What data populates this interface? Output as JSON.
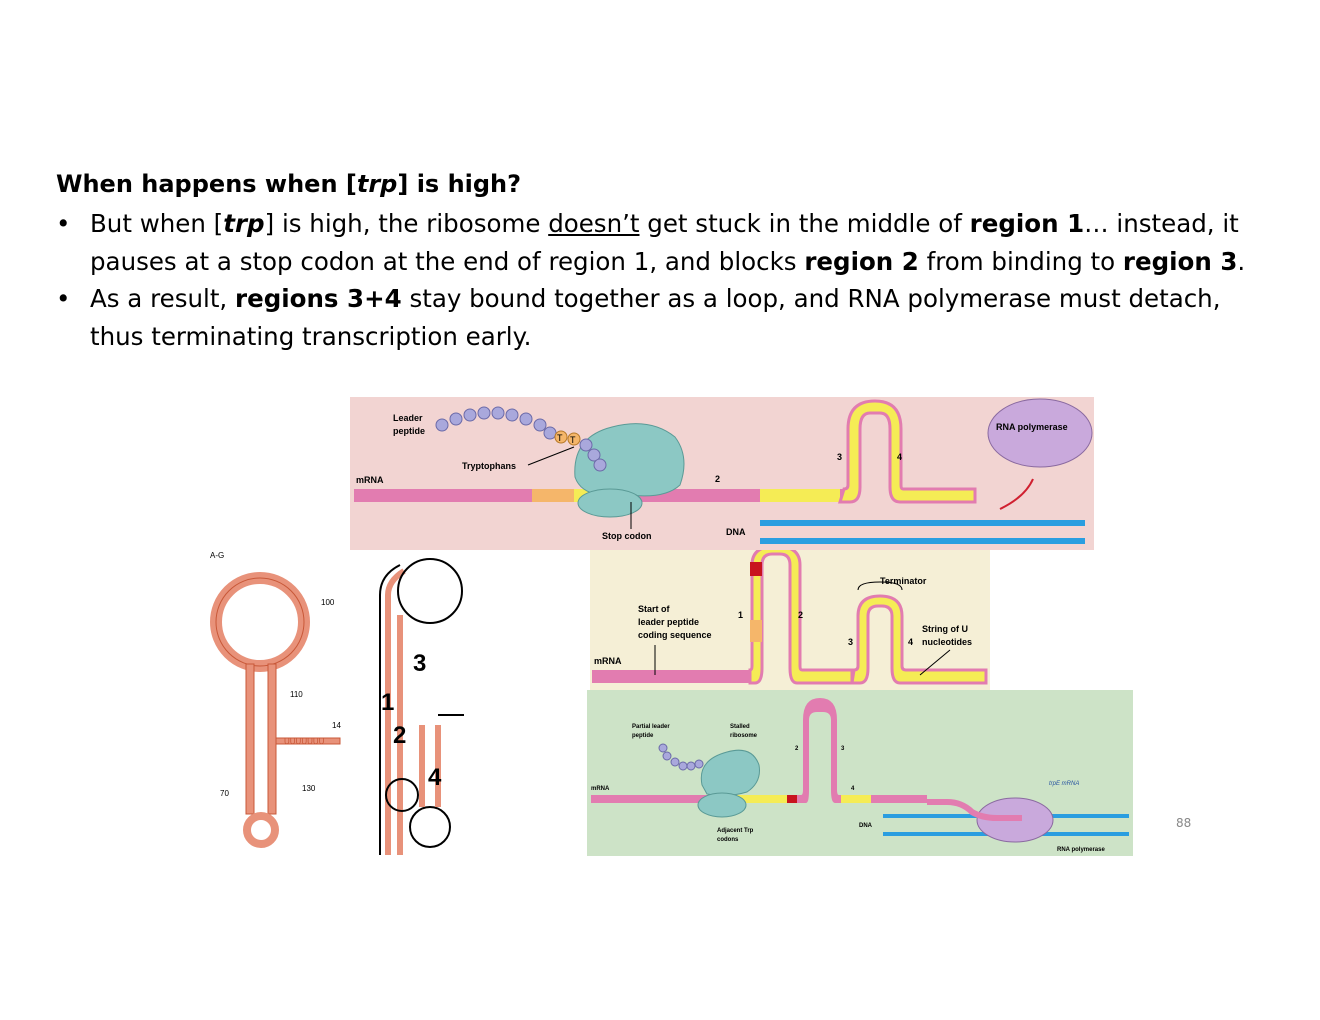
{
  "slide": {
    "title": "When happens when [trp] is high?",
    "title_parts": [
      "When happens when [",
      "trp",
      "] is high?"
    ],
    "bullet1_parts": [
      "But when [",
      "trp",
      "] is high, the ribosome ",
      "doesn’t",
      " get stuck in the middle of ",
      "region 1",
      "… instead, it pauses at a stop codon at the end of region 1, and blocks ",
      "region 2",
      " from binding to ",
      "region 3",
      "."
    ],
    "bullet2_parts": [
      "As a result, ",
      "regions 3+4",
      " stay bound together as a loop, and RNA polymerase must detach, thus terminating transcription early."
    ],
    "bullet_marker": "•",
    "page_number": "88"
  },
  "figure_top": {
    "leader_peptide": "Leader",
    "leader_peptide2": "peptide",
    "tryptophans": "Tryptophans",
    "trp_label": "T",
    "mrna": "mRNA",
    "stop_codon": "Stop codon",
    "dna": "DNA",
    "rna_polymerase": "RNA polymerase",
    "region2": "2",
    "region3": "3",
    "region4": "4"
  },
  "figure_mid": {
    "terminator": "Terminator",
    "start_leader_1": "Start of",
    "start_leader_2": "leader peptide",
    "start_leader_3": "coding sequence",
    "string_u_1": "String of U",
    "string_u_2": "nucleotides",
    "mrna": "mRNA",
    "region1": "1",
    "region2": "2",
    "region3": "3",
    "region4": "4"
  },
  "figure_bot": {
    "partial_leader_1": "Partial leader",
    "partial_leader_2": "peptide",
    "stalled_1": "Stalled",
    "stalled_2": "ribosome",
    "mrna": "mRNA",
    "adjacent_1": "Adjacent Trp",
    "adjacent_2": "codons",
    "dna": "DNA",
    "trpe_mrna": "trpE mRNA",
    "rna_polymerase": "RNA polymerase",
    "region2": "2",
    "region3": "3",
    "region4": "4"
  },
  "figure_left": {
    "n100": "100",
    "n110": "110",
    "n14": "14",
    "n70": "70",
    "n130": "130",
    "uuuuu": "UUUUUUU",
    "top_pair": "A-G"
  },
  "figure_lines": {
    "region1": "1",
    "region2": "2",
    "region3": "3",
    "region4": "4"
  },
  "colors": {
    "mrna_pink": "#e27cb0",
    "region_yellow": "#f5ec55",
    "ribosome": "#8cc8c4",
    "peptide_bead": "#a9a8dc",
    "dna_blue": "#2a9ee0",
    "stop_red": "#c8141e",
    "polymerase": "#c9a9dc"
  }
}
